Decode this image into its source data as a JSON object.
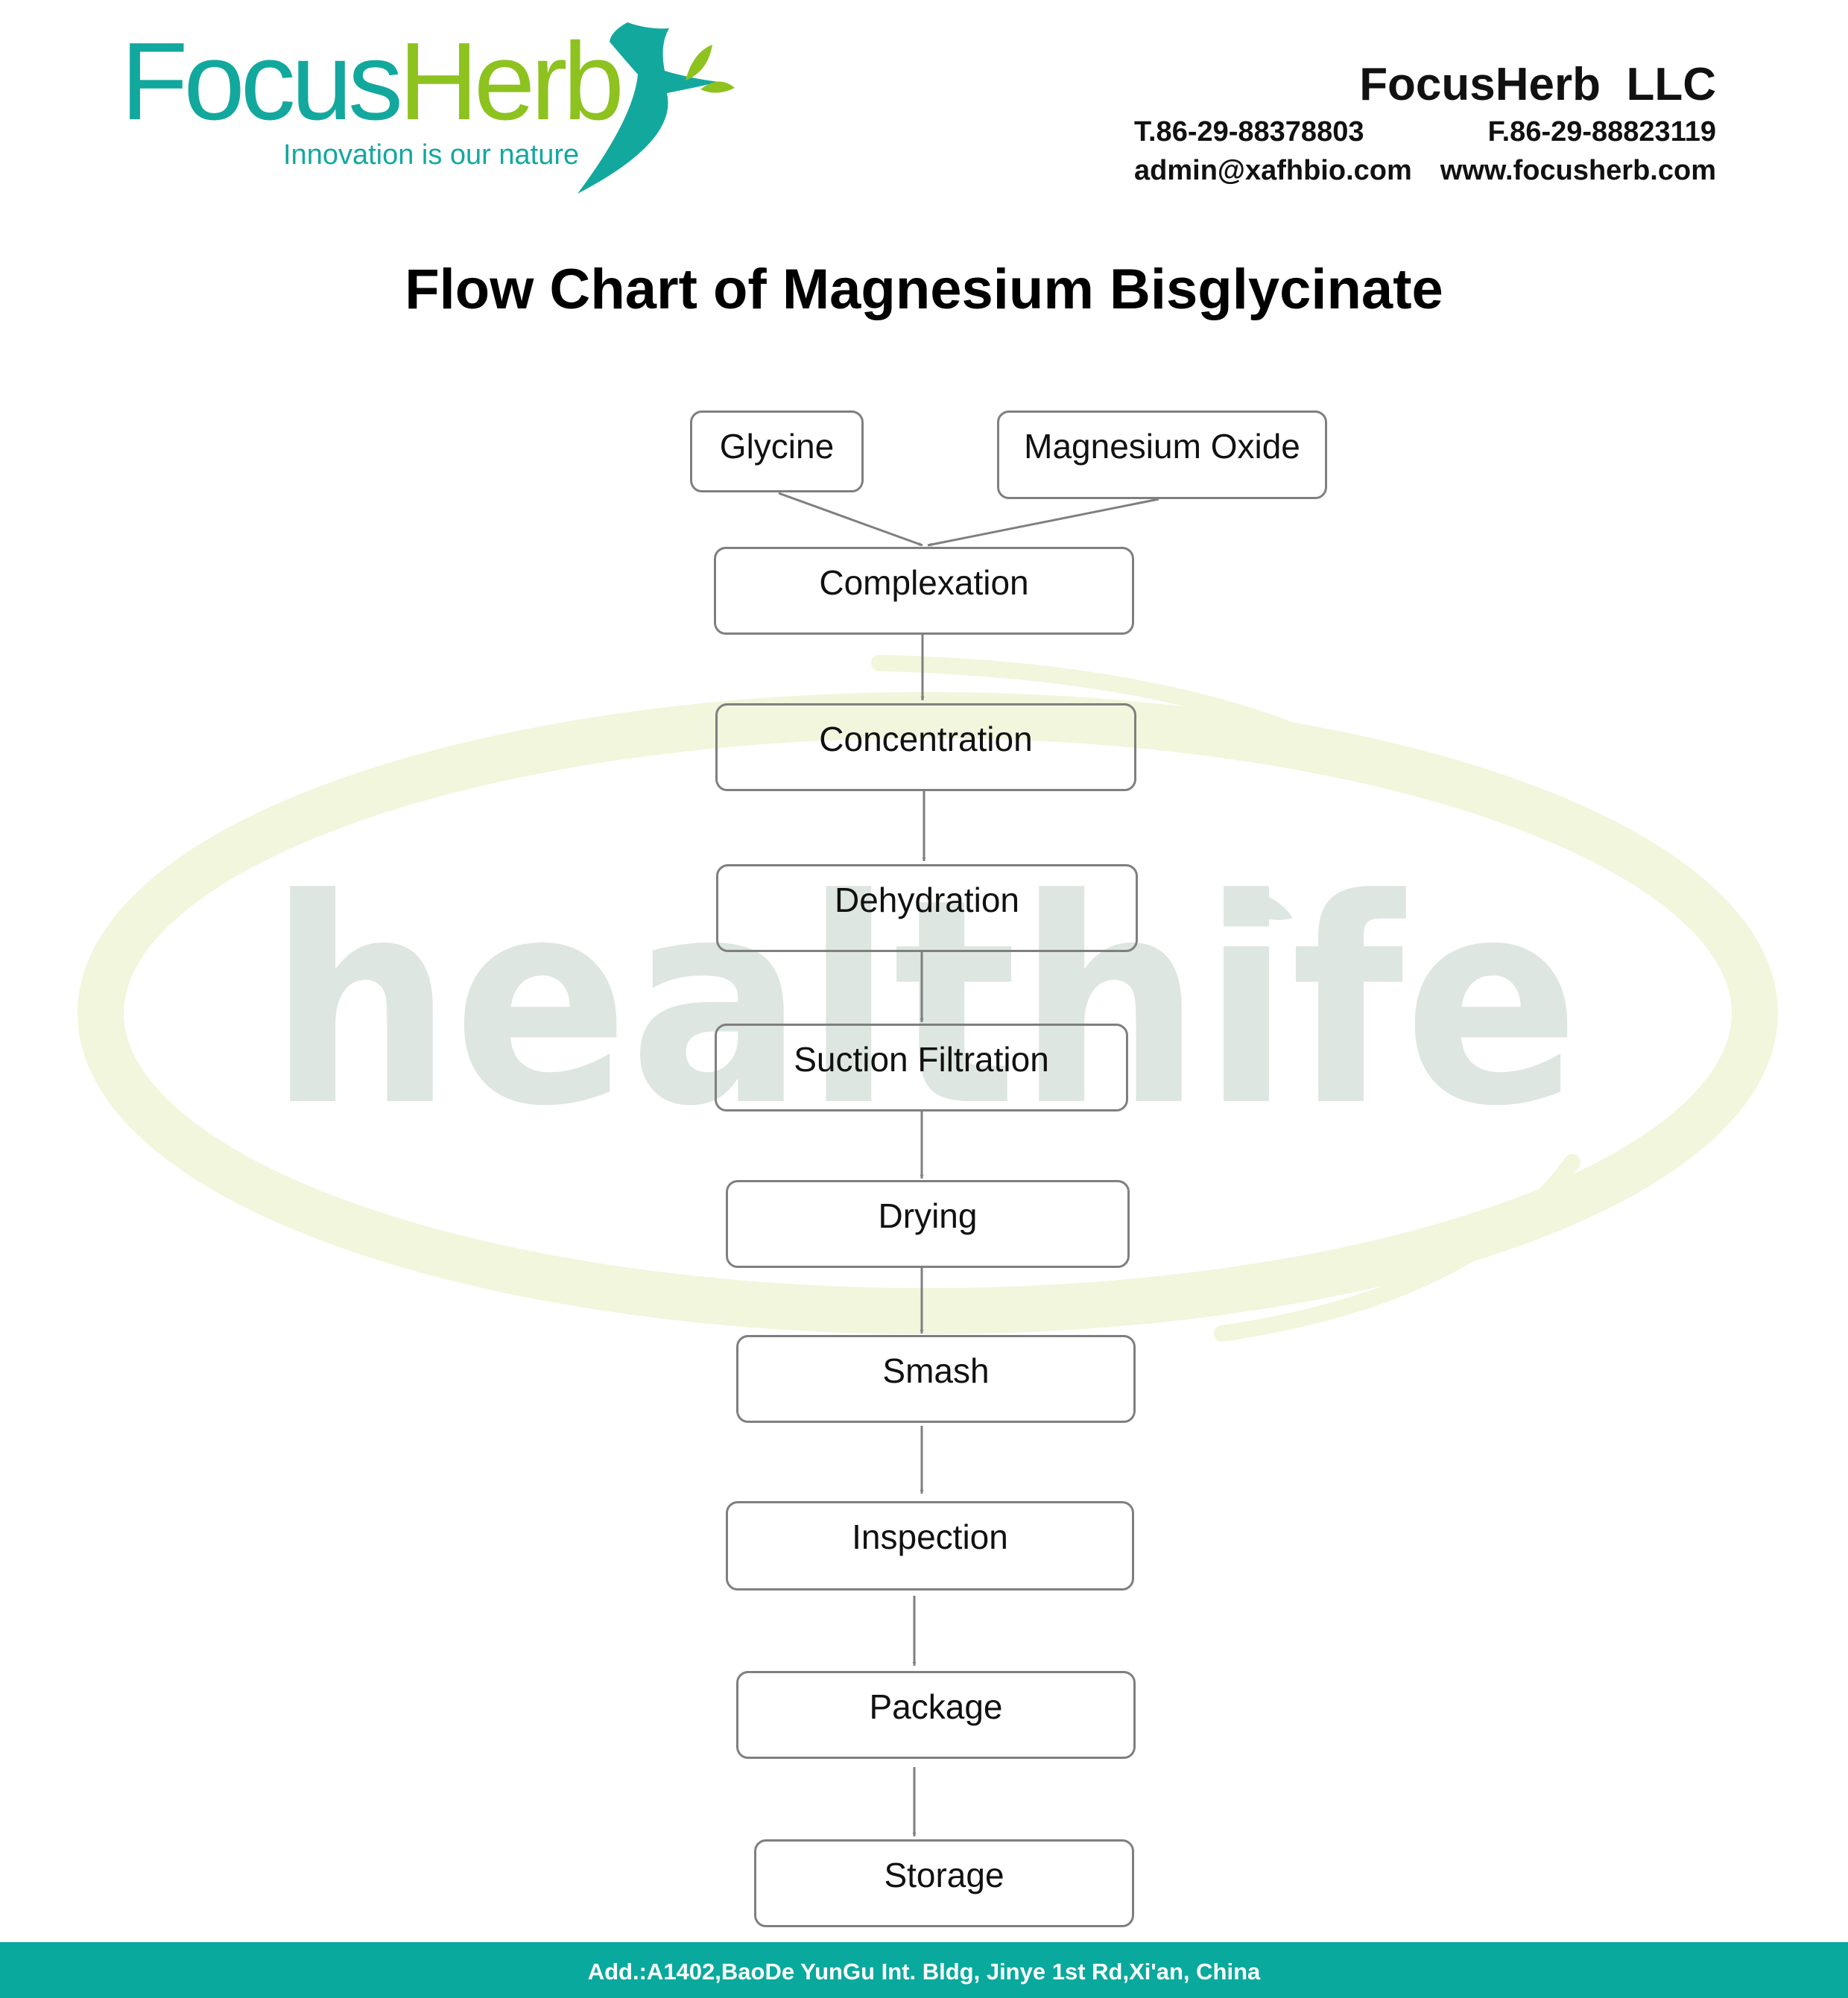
{
  "brand": {
    "logo_name_part1": "Focus",
    "logo_name_part2": "Herb",
    "tagline": "Innovation is our nature",
    "colors": {
      "teal": "#13a89e",
      "green": "#8dc21f"
    }
  },
  "header": {
    "company": "FocusHerb  LLC",
    "phone": "T.86-29-88378803",
    "fax": "F.86-29-88823119",
    "email": "admin@xafhbio.com",
    "website": "www.focusherb.com"
  },
  "title": "Flow Chart of Magnesium Bisglycinate",
  "watermark": {
    "text": "healthife"
  },
  "flow": {
    "nodes": {
      "glycine": "Glycine",
      "magnesium_oxide": "Magnesium Oxide",
      "complexation": "Complexation",
      "concentration": "Concentration",
      "dehydration": "Dehydration",
      "suction_filtration": "Suction Filtration",
      "drying": "Drying",
      "smash": "Smash",
      "inspection": "Inspection",
      "package": "Package",
      "storage": "Storage"
    },
    "edges": [
      [
        "glycine",
        "complexation"
      ],
      [
        "magnesium_oxide",
        "complexation"
      ],
      [
        "complexation",
        "concentration"
      ],
      [
        "concentration",
        "dehydration"
      ],
      [
        "dehydration",
        "suction_filtration"
      ],
      [
        "suction_filtration",
        "drying"
      ],
      [
        "drying",
        "smash"
      ],
      [
        "smash",
        "inspection"
      ],
      [
        "inspection",
        "package"
      ],
      [
        "package",
        "storage"
      ]
    ]
  },
  "footer": {
    "address": "Add.:A1402,BaoDe YunGu Int. Bldg, Jinye 1st Rd,Xi'an, China",
    "color": "#0aa99d"
  }
}
